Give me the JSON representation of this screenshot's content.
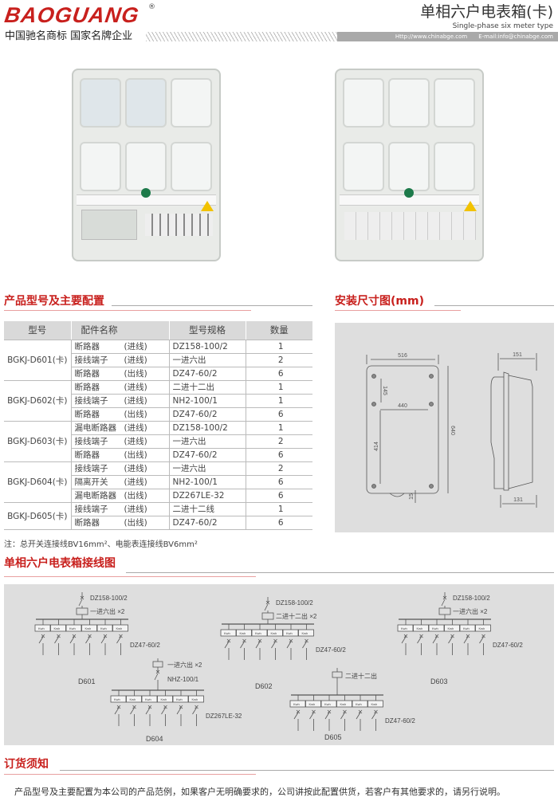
{
  "header": {
    "logo": "BAOGUANG",
    "registered": "®",
    "slogan": "中国驰名商标  国家名牌企业",
    "title": "单相六户电表箱(卡)",
    "subtitle": "Single-phase six meter type",
    "website": "Http://www.chinabge.com",
    "email": "E-mail:info@chinabge.com"
  },
  "config_section": {
    "heading": "产品型号及主要配置",
    "columns": [
      "型号",
      "配件名称",
      "型号规格",
      "数量"
    ],
    "groups": [
      {
        "model": "BGKJ-D601(卡)",
        "rows": [
          {
            "name": "断路器",
            "dir": "(进线)",
            "spec": "DZ158-100/2",
            "qty": "1"
          },
          {
            "name": "接线端子",
            "dir": "(进线)",
            "spec": "一进六出",
            "qty": "2"
          },
          {
            "name": "断路器",
            "dir": "(出线)",
            "spec": "DZ47-60/2",
            "qty": "6"
          }
        ]
      },
      {
        "model": "BGKJ-D602(卡)",
        "rows": [
          {
            "name": "断路器",
            "dir": "(进线)",
            "spec": "二进十二出",
            "qty": "1"
          },
          {
            "name": "接线端子",
            "dir": "(进线)",
            "spec": "NH2-100/1",
            "qty": "1"
          },
          {
            "name": "断路器",
            "dir": "(出线)",
            "spec": "DZ47-60/2",
            "qty": "6"
          }
        ]
      },
      {
        "model": "BGKJ-D603(卡)",
        "rows": [
          {
            "name": "漏电断路器",
            "dir": "(进线)",
            "spec": "DZ158-100/2",
            "qty": "1"
          },
          {
            "name": "接线端子",
            "dir": "(进线)",
            "spec": "一进六出",
            "qty": "2"
          },
          {
            "name": "断路器",
            "dir": "(出线)",
            "spec": "DZ47-60/2",
            "qty": "6"
          }
        ]
      },
      {
        "model": "BGKJ-D604(卡)",
        "rows": [
          {
            "name": "接线端子",
            "dir": "(进线)",
            "spec": "一进六出",
            "qty": "2"
          },
          {
            "name": "隔离开关",
            "dir": "(进线)",
            "spec": "NH2-100/1",
            "qty": "6"
          },
          {
            "name": "漏电断路器",
            "dir": "(出线)",
            "spec": "DZ267LE-32",
            "qty": "6"
          }
        ]
      },
      {
        "model": "BGKJ-D605(卡)",
        "rows": [
          {
            "name": "接线端子",
            "dir": "(进线)",
            "spec": "二进十二线",
            "qty": "1"
          },
          {
            "name": "断路器",
            "dir": "(出线)",
            "spec": "DZ47-60/2",
            "qty": "6"
          }
        ]
      }
    ],
    "note": "注：总开关连接线BV16mm²、电能表连接线BV6mm²"
  },
  "dimension_section": {
    "heading": "安装尺寸图(mm)",
    "dims": {
      "width": "516",
      "height": "640",
      "hole_h": "440",
      "top_gap": "145",
      "lower_gap": "414",
      "bottom": "15",
      "depth_front": "151",
      "depth_back": "131"
    }
  },
  "wiring_section": {
    "heading": "单相六户电表箱接线图",
    "meter_label": "Kwh",
    "diagrams": [
      {
        "id": "D601",
        "main": "DZ158-100/2",
        "terminal": "一进六出 ×2",
        "branch": "DZ47-60/2"
      },
      {
        "id": "D602",
        "main": "DZ158-100/2",
        "terminal": "二进十二出 ×2",
        "branch": "DZ47-60/2"
      },
      {
        "id": "D603",
        "main": "DZ158-100/2",
        "terminal": "一进六出 ×2",
        "branch": "DZ47-60/2"
      },
      {
        "id": "D604",
        "main": "NHZ-100/1",
        "terminal": "一进六出 ×2",
        "branch": "DZ267LE-32"
      },
      {
        "id": "D605",
        "main": "",
        "terminal": "二进十二出",
        "branch": "DZ47-60/2"
      }
    ]
  },
  "order_section": {
    "heading": "订货须知",
    "text": "产品型号及主要配置为本公司的产品范例，如果客户无明确要求的，公司讲按此配置供货，若客户有其他要求的，请另行说明。"
  }
}
